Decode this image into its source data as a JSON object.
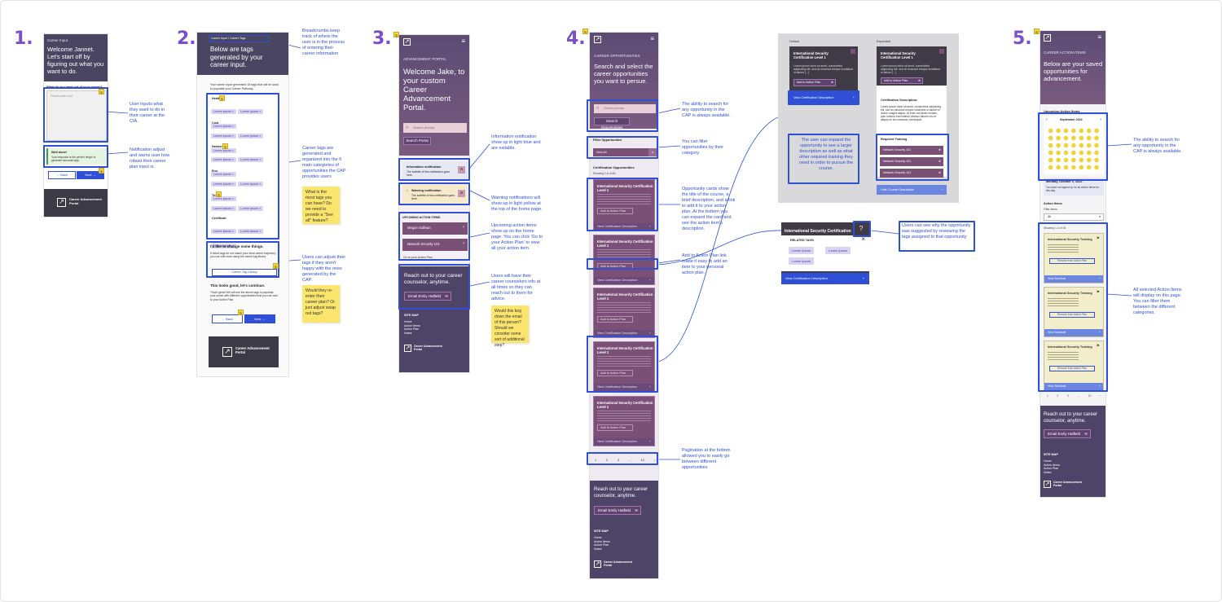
{
  "steps": [
    "1.",
    "2.",
    "3.",
    "4.",
    "5."
  ],
  "screen1": {
    "eyebrow": "Career Input",
    "hero_title": "Welcome Jannet. Let's start off by figuring out what you want to do.",
    "question": "What do you want out of your career?",
    "placeholder": "Placeholder text",
    "well_done_title": "Well done!",
    "well_done_body": "Your response is the perfect length to generate accurate tags.",
    "back_label": "Back",
    "next_label": "Next",
    "logo_text": "Career Advancement Portal"
  },
  "screen2": {
    "breadcrumb": "Career Input / Career Tags",
    "hero_title": "Below are tags generated by your career input.",
    "intro": "Your career input generated 18 tags that will be used to populate your Career Pathway.",
    "categories": [
      "Health",
      "Cost",
      "Network",
      "Env.",
      "Test",
      "Certificati"
    ],
    "tag_text": "Lorem ipsum ×",
    "change_title": "I'd like to change some things.",
    "change_body": "If these tags do not match your ideal career trajectory, you can edit more using the career tag library.",
    "library_label": "Career Tag Library",
    "continue_title": "This looks good, let's continue.",
    "continue_body": "That's great! We will use the above tags to populate your portal with different opportunities that you can add to your Action Plan.",
    "back_label": "Back",
    "next_label": "Next",
    "logo_text": "Career Advancement Portal"
  },
  "screen3": {
    "eyebrow": "ADVANCEMENT PORTAL",
    "hero_title": "Welcome Jake, to your custom Career Advancement Portal.",
    "search_placeholder": "Search prompt",
    "search_label": "Search Portal",
    "info_title": "Information notification",
    "info_body": "The subtitle of this notification goes here.",
    "warn_title": "Warning notification",
    "warn_body": "The subtitle of this notification goes here.",
    "upcoming_title": "UPCOMING ACTION ITEMS",
    "items": [
      "Megan Sullivan",
      "Network Security 101"
    ],
    "goto_label": "Go to your Action Plan",
    "reach_title": "Reach out to your career counselor, anytime.",
    "email_label": "Email Emily Hatfield",
    "sitemap_title": "SITE MAP",
    "sitemap": [
      "Home",
      "Action Items",
      "Action Plan",
      "Notes"
    ],
    "logo_text": "Career Advancement Portal"
  },
  "screen4": {
    "eyebrow": "CAREER OPPORTUNITIES",
    "hero_title": "Search and select the career opportunities you want to persue.",
    "search_placeholder": "Search prompt",
    "search_label": "Search Opportunities",
    "filter_label": "Filter Opportunities",
    "filter_value": "View All",
    "list_title": "Certification Opportunities",
    "list_count": "Showing 1-6 of 66",
    "card_title": "International Security Certification Level 1",
    "add_label": "Add to Action Plan",
    "view_label": "View Certification Description",
    "pages": [
      "1",
      "2",
      "3",
      "...",
      "10",
      "›"
    ],
    "reach_title": "Reach out to your career counselor, anytime.",
    "email_label": "Email Emily Hatfield",
    "sitemap_title": "SITE MAP",
    "sitemap": [
      "Home",
      "Action Items",
      "Action Plan",
      "Notes"
    ],
    "logo_text": "Career Advancement Portal"
  },
  "detail": {
    "default_label": "Default",
    "expanded_label": "Expanded",
    "card_title": "International Security Certification Level 1",
    "card_body": "Lorem ipsum dolor sit amet, consectetur adipiscing elit, sed do eiusmod tempor incididunt ut labore [...]",
    "add_label": "Add to Action Plan",
    "view_label": "View Certification Description",
    "cert_desc_title": "Certification Description:",
    "cert_desc_body": "Lorem ipsum dolor sit amet, consectetur adipiscing elit, sed do eiusmod tempor incididunt ut labore et dolore magna aliqua. Ut enim ad minim veniam, quis nostrud exercitation ullamco laboris nisi ut aliquip ex ea commodo consequat.",
    "required_title": "Required Training",
    "required_items": [
      "Network Security 101",
      "Network Security 101",
      "Network Security 101"
    ],
    "hide_label": "Hide Course Description",
    "tags_card_title": "International Security Certification",
    "related_tags_title": "RELATED TAGS",
    "related_tags": [
      "Lorem ipsum",
      "Lorem ipsum",
      "Lorem ipsum"
    ]
  },
  "screen5": {
    "eyebrow": "CAREER ACTION ITEMS",
    "hero_title": "Below are your saved opportunities for advancement.",
    "upcoming_title": "Upcoming Action Items",
    "month": "September 2022",
    "date_label": "Monday, October 2, 2022",
    "date_body": "You have not signed up for an Action Items for this day.",
    "action_items_title": "Action Items",
    "filter_label": "Filter Items",
    "filter_value": "All",
    "showing": "Showing 1-4 of 36",
    "item_title": "International Security Training",
    "remove_label": "Remove from Action Plan",
    "view_label": "View Schedule",
    "reach_title": "Reach out to your career counselor, anytime.",
    "email_label": "Email Emily Hatfield",
    "sitemap_title": "SITE MAP",
    "sitemap": [
      "Home",
      "Action Items",
      "Action Plan",
      "Notes"
    ],
    "logo_text": "Career Advancement Portal"
  },
  "annotations": {
    "s1_input": "User inputs what they want to do in their career at the CIA.",
    "s1_notif": "Notification adjust and warns user how robust their career plan input is.",
    "s2_bread": "Breadcrumbs keep track of where the user is in the process of entering their career information",
    "s2_tags": "Career tags are generated and organized into the 6 main categories of opportunities the CAP provides users",
    "s2_sticky1": "What is the most tags you can have? Do we need to provide a \"See all\" feature?",
    "s2_adjust": "Users can adjust their tags if they aren't happy with the ones generated by the CAP.",
    "s2_sticky2": "Would they re-enter their career plan? Or just adjust swap out tags?",
    "s3_info": "Information notification show up in light blue and are exitable.",
    "s3_warn": "Warning notifications will show up in light yellow at the top of the home page.",
    "s3_upcoming": "Upcoming action items show up on the home page. You can click 'Go to your Action Plan' to view all your action item.",
    "s3_counselor": "Users will have their career counselors info at all times so they can reach out to them for advice.",
    "s3_sticky": "Would this bog down the email of this person? Should we consider some sort of additional step?",
    "s4_search": "The ability to search for any opportunity in the CAP is always available.",
    "s4_filter": "You can filter opportunities by their category",
    "s4_cards": "Opportunity cards show the title of the course, a brief description, and a link to add it to your action plan. At the bottom you can expand the card and see the action item's description.",
    "s4_add": "Add to Action Plan link made it easy to add an item to your personal action plan.",
    "s4_pagination": "Pagination at the bottom allowed you to easily go between different opportunities",
    "d_expand": "The user can expand the opportunity to see a larger description as well as what other required training they need in order to pursue the course.",
    "d_tags": "Users can see why the opportunity was suggested by reviewing the tags assigned to that opportunity",
    "s5_search": "The ability to search for any opportunity in the CAP is always available.",
    "s5_items": "All selected Action Items will display on this page. You can filter them between the different categories."
  },
  "colors": {
    "accent": "#7a4fc9",
    "annotation": "#2f4fd6",
    "sticky": "#fbe56d",
    "hero": "#4a4662",
    "card": "#7a5076"
  }
}
